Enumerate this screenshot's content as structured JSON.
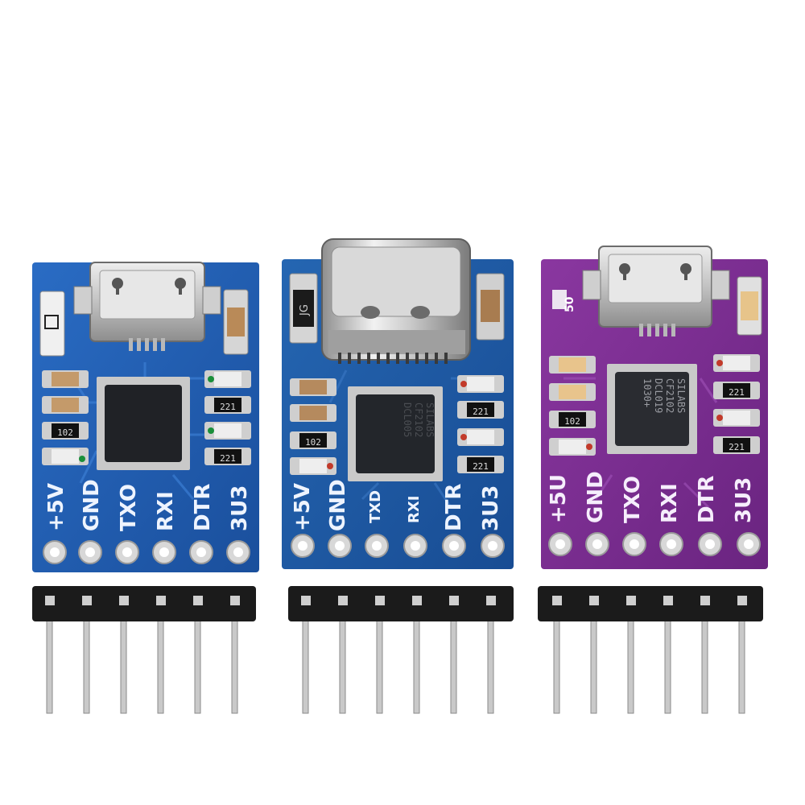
{
  "photo": {
    "background": "#ffffff",
    "boards": [
      {
        "id": "board1",
        "pcb_color": "#1f5fb4",
        "connector": "micro-usb",
        "resistor_markings": [
          "102",
          "221",
          "221"
        ],
        "ic_markings": [],
        "silkscreen_marks": [],
        "pin_labels": [
          "+5V",
          "GND",
          "TXO",
          "RXI",
          "DTR",
          "3U3"
        ]
      },
      {
        "id": "board2",
        "pcb_color": "#1f5aa8",
        "connector": "usb-c",
        "resistor_markings": [
          "102",
          "221",
          "221"
        ],
        "ic_markings": [
          "SILABS",
          "CF2102",
          "DCL005"
        ],
        "silkscreen_marks": [
          "JG"
        ],
        "pin_labels": [
          "+5V",
          "GND",
          "TXD",
          "RXI",
          "DTR",
          "3U3"
        ]
      },
      {
        "id": "board3",
        "pcb_color": "#7b2c91",
        "connector": "micro-usb",
        "resistor_markings": [
          "102",
          "221",
          "221"
        ],
        "ic_markings": [
          "SILABS",
          "CF2102",
          "DCL019",
          "1030+"
        ],
        "silkscreen_marks": [
          "50"
        ],
        "pin_labels": [
          "+5U",
          "GND",
          "TXO",
          "RXI",
          "DTR",
          "3U3"
        ]
      }
    ],
    "header_pin_count": 6
  }
}
